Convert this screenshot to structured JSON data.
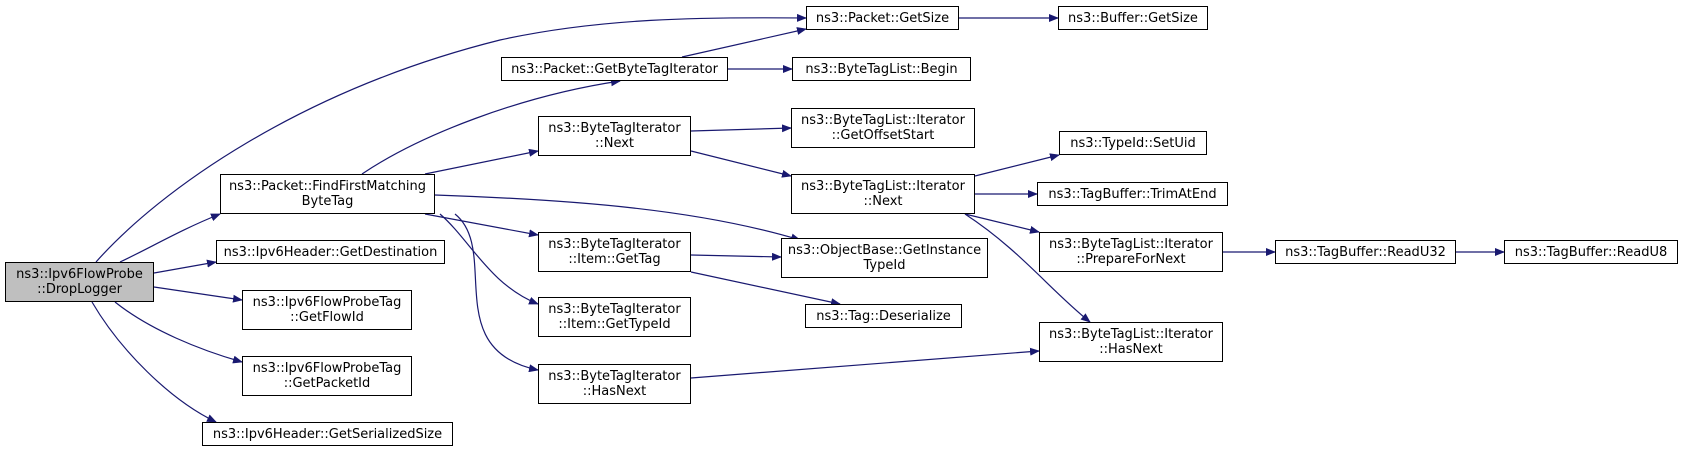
{
  "colors": {
    "edge": "#191970",
    "root_fill": "#bfbfbf",
    "node_fill": "#ffffff",
    "border": "#000000"
  },
  "nodes": {
    "root": {
      "lines": [
        "ns3::Ipv6FlowProbe",
        "::DropLogger"
      ]
    },
    "packet_getsize": {
      "lines": [
        "ns3::Packet::GetSize"
      ]
    },
    "buffer_getsize": {
      "lines": [
        "ns3::Buffer::GetSize"
      ]
    },
    "packet_getbytetagiterator": {
      "lines": [
        "ns3::Packet::GetByteTagIterator"
      ]
    },
    "bytetaglist_begin": {
      "lines": [
        "ns3::ByteTagList::Begin"
      ]
    },
    "packet_findfirstmatching": {
      "lines": [
        "ns3::Packet::FindFirstMatching",
        "ByteTag"
      ]
    },
    "bytetagiterator_next": {
      "lines": [
        "ns3::ByteTagIterator",
        "::Next"
      ]
    },
    "btl_iterator_getoffsetstart": {
      "lines": [
        "ns3::ByteTagList::Iterator",
        "::GetOffsetStart"
      ]
    },
    "btl_iterator_next": {
      "lines": [
        "ns3::ByteTagList::Iterator",
        "::Next"
      ]
    },
    "typeid_setuid": {
      "lines": [
        "ns3::TypeId::SetUid"
      ]
    },
    "tagbuffer_trimatend": {
      "lines": [
        "ns3::TagBuffer::TrimAtEnd"
      ]
    },
    "btl_iterator_prepare": {
      "lines": [
        "ns3::ByteTagList::Iterator",
        "::PrepareForNext"
      ]
    },
    "tagbuffer_readu32": {
      "lines": [
        "ns3::TagBuffer::ReadU32"
      ]
    },
    "tagbuffer_readu8": {
      "lines": [
        "ns3::TagBuffer::ReadU8"
      ]
    },
    "ipv6header_getdestination": {
      "lines": [
        "ns3::Ipv6Header::GetDestination"
      ]
    },
    "bti_item_gettag": {
      "lines": [
        "ns3::ByteTagIterator",
        "::Item::GetTag"
      ]
    },
    "objectbase_getinstancetypeid": {
      "lines": [
        "ns3::ObjectBase::GetInstance",
        "TypeId"
      ]
    },
    "tag_deserialize": {
      "lines": [
        "ns3::Tag::Deserialize"
      ]
    },
    "flowprobetag_getflowid": {
      "lines": [
        "ns3::Ipv6FlowProbeTag",
        "::GetFlowId"
      ]
    },
    "bti_item_gettypeid": {
      "lines": [
        "ns3::ByteTagIterator",
        "::Item::GetTypeId"
      ]
    },
    "btl_iterator_hasnext": {
      "lines": [
        "ns3::ByteTagList::Iterator",
        "::HasNext"
      ]
    },
    "flowprobetag_getpacketid": {
      "lines": [
        "ns3::Ipv6FlowProbeTag",
        "::GetPacketId"
      ]
    },
    "bti_hasnext": {
      "lines": [
        "ns3::ByteTagIterator",
        "::HasNext"
      ]
    },
    "ipv6header_getserializedsize": {
      "lines": [
        "ns3::Ipv6Header::GetSerializedSize"
      ]
    }
  }
}
